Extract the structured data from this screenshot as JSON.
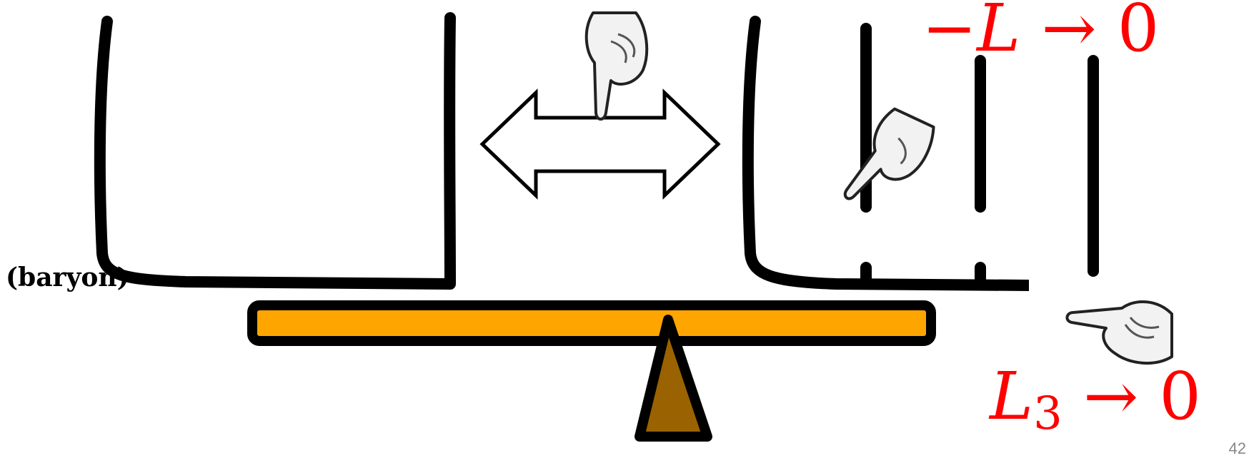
{
  "labels": {
    "baryon": "(baryon)",
    "top_formula": {
      "sign": "−",
      "var": "L",
      "arrow": "→",
      "value": "0"
    },
    "bottom_formula": {
      "var": "L",
      "sub": "3",
      "arrow": "→",
      "value": "0"
    },
    "page_number": "42"
  },
  "colors": {
    "stroke": "#000000",
    "beam": "#ffa500",
    "fulcrum": "#9a6200",
    "formula": "#ff0000"
  }
}
